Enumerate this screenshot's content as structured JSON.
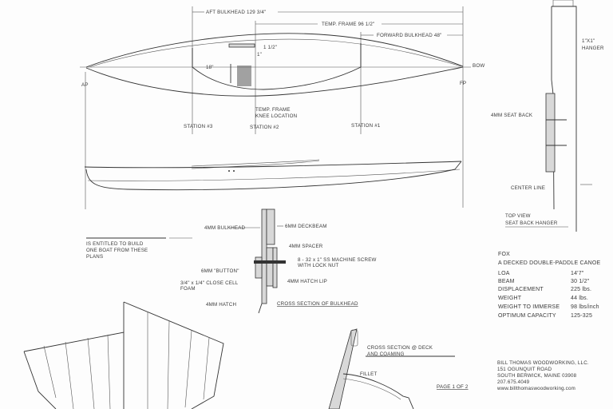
{
  "plan": {
    "dims": {
      "aft_bulkhead": "AFT BULKHEAD 129 3/4\"",
      "temp_frame": "TEMP. FRAME 96 1/2\"",
      "forward_bulkhead": "FORWARD BULKHEAD 48\"",
      "d_1_5": "1 1/2\"",
      "d_1": "1\"",
      "d_18": "18\""
    },
    "ap": "AP",
    "fp": "FP",
    "bow": "BOW",
    "knee_1": "TEMP. FRAME",
    "knee_2": "KNEE LOCATION",
    "stations": [
      "STATION #3",
      "STATION #2",
      "STATION #1"
    ]
  },
  "license": {
    "line1": "IS ENTITLED TO BUILD",
    "line2": "ONE BOAT FROM THESE",
    "line3": "PLANS"
  },
  "bulkhead": {
    "bulkhead": "4MM BULKHEAD",
    "deckbeam": "6MM DECKBEAM",
    "spacer": "4MM SPACER",
    "screw_1": "8 - 32 x 1\" SS MACHINE SCREW",
    "screw_2": "WITH LOCK NUT",
    "button": "6MM \"BUTTON\"",
    "foam_1": "3/4\" x 1/4\" CLOSE CELL",
    "foam_2": "FOAM",
    "hatch_lip": "4MM HATCH LIP",
    "hatch": "4MM HATCH",
    "title": "CROSS SECTION OF BULKHEAD"
  },
  "hanger": {
    "size_1": "1\"X1\"",
    "size_2": "HANGER",
    "seat_back": "4MM SEAT BACK",
    "center_line": "CENTER LINE",
    "title_1": "TOP VIEW",
    "title_2": "SEAT BACK HANGER"
  },
  "specs": {
    "name": "FOX",
    "subtitle": "A DECKED DOUBLE-PADDLE CANOE",
    "rows": [
      {
        "label": "LOA",
        "value": "14'7\""
      },
      {
        "label": "BEAM",
        "value": "30 1/2\""
      },
      {
        "label": "DISPLACEMENT",
        "value": "225 lbs."
      },
      {
        "label": "WEIGHT",
        "value": "44 lbs."
      },
      {
        "label": "WEIGHT TO IMMERSE",
        "value": "98 lbs/inch"
      },
      {
        "label": "OPTIMUM CAPACITY",
        "value": "125-325"
      }
    ]
  },
  "company": {
    "name": "BILL THOMAS WOODWORKING, LLC.",
    "street": "151 OGUNQUIT ROAD",
    "city": "SOUTH BERWICK, MAINE 03908",
    "phone": "207.675.4049",
    "web": "www.billthomaswoodworking.com"
  },
  "deck_section": {
    "title_1": "CROSS SECTION @ DECK",
    "title_2": "AND COAMING",
    "fillet": "FILLET"
  },
  "page": "PAGE 1 OF 2"
}
